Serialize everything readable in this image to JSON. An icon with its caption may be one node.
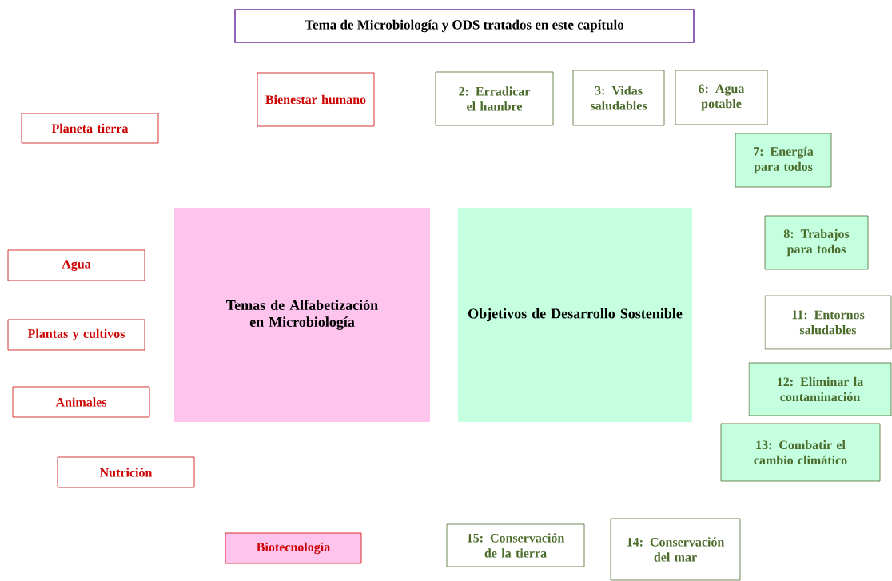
{
  "diagram": {
    "title": "Tema de Microbiología y ODS tratados en este capítulo",
    "nodes": [
      {
        "text": [
          "Bienestar humano"
        ]
      },
      {
        "text": [
          "2: Erradicar el hambre"
        ]
      },
      {
        "text": [
          "3: Vidas saludables"
        ]
      },
      {
        "text": [
          "6: Agua potable"
        ]
      },
      {
        "text": [
          "Planeta tierra"
        ]
      },
      {
        "text": [
          "7: Energía para todos"
        ]
      },
      {
        "text": [
          "Temas de Alfabetización en Microbiología"
        ]
      },
      {
        "text": [
          "Objetivos de Desarrollo Sostenible"
        ]
      },
      {
        "text": [
          "8: Trabajos para todos"
        ]
      },
      {
        "text": [
          "Agua"
        ]
      },
      {
        "text": [
          "11: Entornos saludables"
        ]
      },
      {
        "text": [
          "Plantas y cultivos"
        ]
      },
      {
        "text": [
          "12: Eliminar la contaminación"
        ]
      },
      {
        "text": [
          "Animales"
        ]
      },
      {
        "text": [
          "13: Combatir el cambio climático"
        ]
      },
      {
        "text": [
          "Nutrición"
        ]
      },
      {
        "text": [
          "14: Conservación del mar"
        ]
      },
      {
        "text": [
          "15: Conservación de la tierra"
        ]
      },
      {
        "text": [
          "Biotecnología"
        ]
      }
    ]
  }
}
